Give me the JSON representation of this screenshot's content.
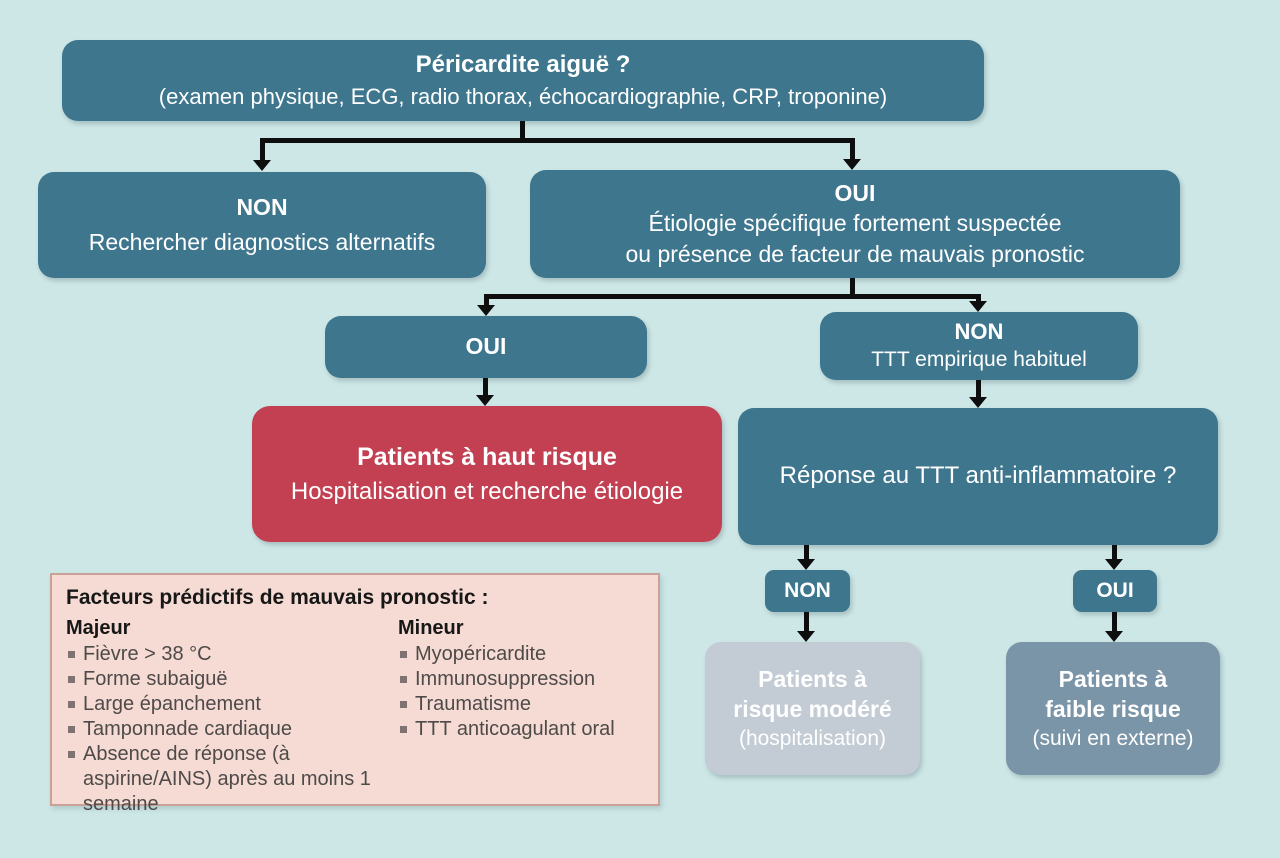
{
  "colors": {
    "background": "#cde7e7",
    "node_teal": "#3e768d",
    "node_red": "#c24052",
    "node_light_gray": "#c3ccd4",
    "node_blue_gray": "#7b95a8",
    "factors_panel_bg": "#f5dbd3",
    "connector": "#0e0e0e"
  },
  "flowchart": {
    "root": {
      "title": "Péricardite aiguë ?",
      "subtitle": "(examen physique, ECG, radio thorax, échocardiographie, CRP, troponine)"
    },
    "non_branch": {
      "label": "NON",
      "text": "Rechercher diagnostics alternatifs"
    },
    "oui_branch": {
      "label": "OUI",
      "line1": "Étiologie spécifique fortement suspectée",
      "line2": "ou présence de facteur de mauvais pronostic"
    },
    "oui_sub": {
      "label": "OUI"
    },
    "non_sub": {
      "label": "NON",
      "text": "TTT empirique habituel"
    },
    "high_risk": {
      "title": "Patients à haut risque",
      "subtitle": "Hospitalisation et recherche étiologie"
    },
    "response": {
      "question": "Réponse au TTT anti-inflammatoire ?"
    },
    "response_non": {
      "label": "NON"
    },
    "response_oui": {
      "label": "OUI"
    },
    "moderate_risk": {
      "title_line1": "Patients à",
      "title_line2": "risque modéré",
      "subtitle": "(hospitalisation)"
    },
    "low_risk": {
      "title_line1": "Patients à",
      "title_line2": "faible risque",
      "subtitle": "(suivi en externe)"
    }
  },
  "factors": {
    "title": "Facteurs prédictifs de mauvais pronostic :",
    "major": {
      "heading": "Majeur",
      "items": [
        "Fièvre > 38 °C",
        "Forme subaiguë",
        "Large épanchement",
        "Tamponnade cardiaque",
        "Absence de réponse (à aspirine/AINS) après au moins 1 semaine"
      ]
    },
    "minor": {
      "heading": "Mineur",
      "items": [
        "Myopéricardite",
        "Immunosuppression",
        "Traumatisme",
        "TTT anticoagulant oral"
      ]
    }
  }
}
